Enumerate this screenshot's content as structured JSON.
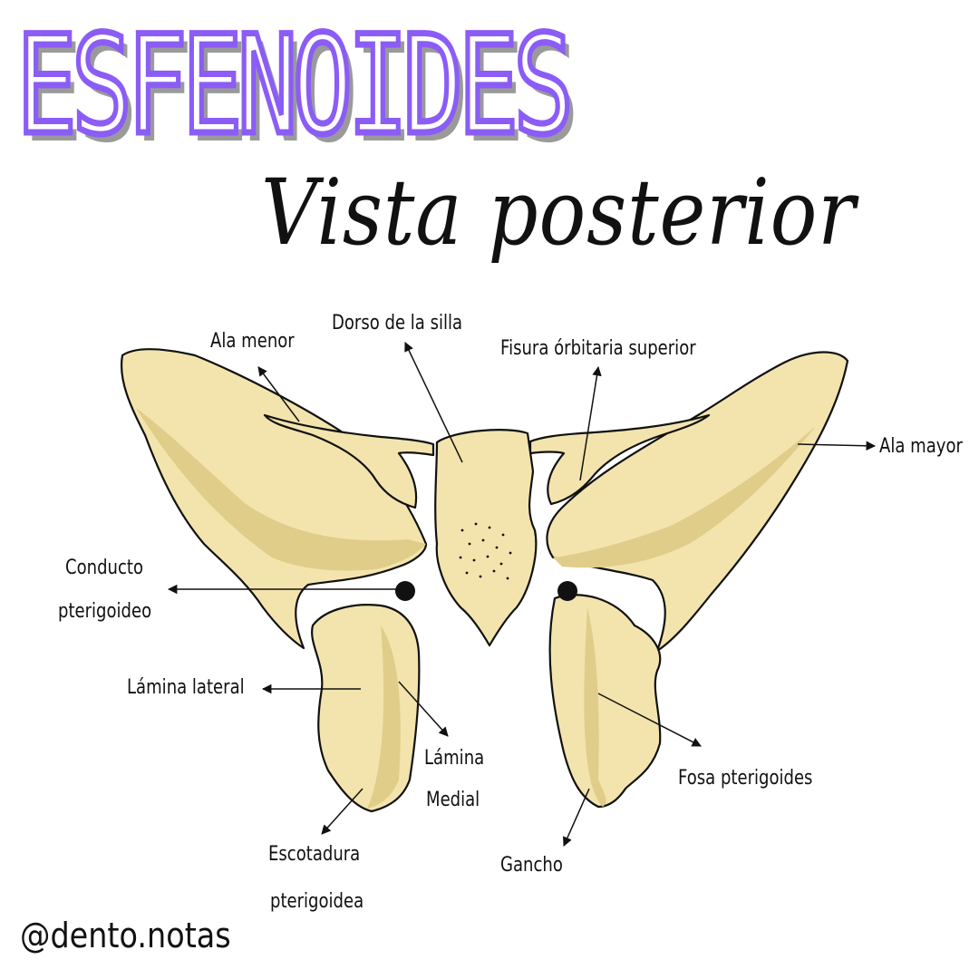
{
  "title": "ESFENOIDES",
  "subtitle": "Vista posterior",
  "labels": {
    "ala_menor": "Ala menor",
    "dorso": "Dorso de la silla",
    "fisura": "Fisura órbitaria superior",
    "ala_mayor": "Ala mayor",
    "conducto_1": "Conducto",
    "conducto_2": "pterigoideo",
    "lamina_lateral": "Lámina lateral",
    "lamina_medial_1": "Lámina",
    "lamina_medial_2": "Medial",
    "fosa": "Fosa pterigoides",
    "escotadura_1": "Escotadura",
    "escotadura_2": "pterigoidea",
    "gancho": "Gancho"
  },
  "handle": "@dento.notas",
  "colors": {
    "title": "#8b5cf6",
    "title_shadow": "#9a9a9a",
    "bone": "#f3e4ad",
    "bone_shadow": "#e0cd8a",
    "outline": "#111111"
  }
}
